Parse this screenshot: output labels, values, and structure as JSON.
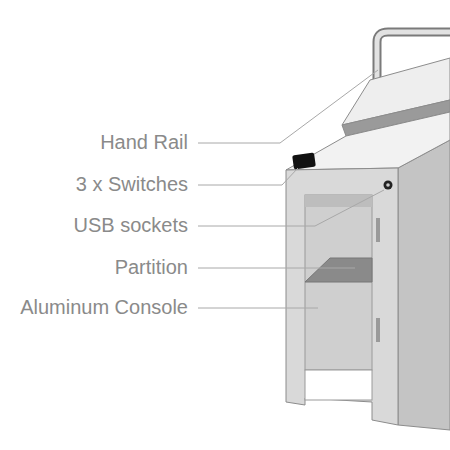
{
  "diagram": {
    "labels": [
      "Hand Rail",
      "3 x Switches",
      "USB sockets",
      "Partition",
      "Aluminum Console"
    ]
  }
}
